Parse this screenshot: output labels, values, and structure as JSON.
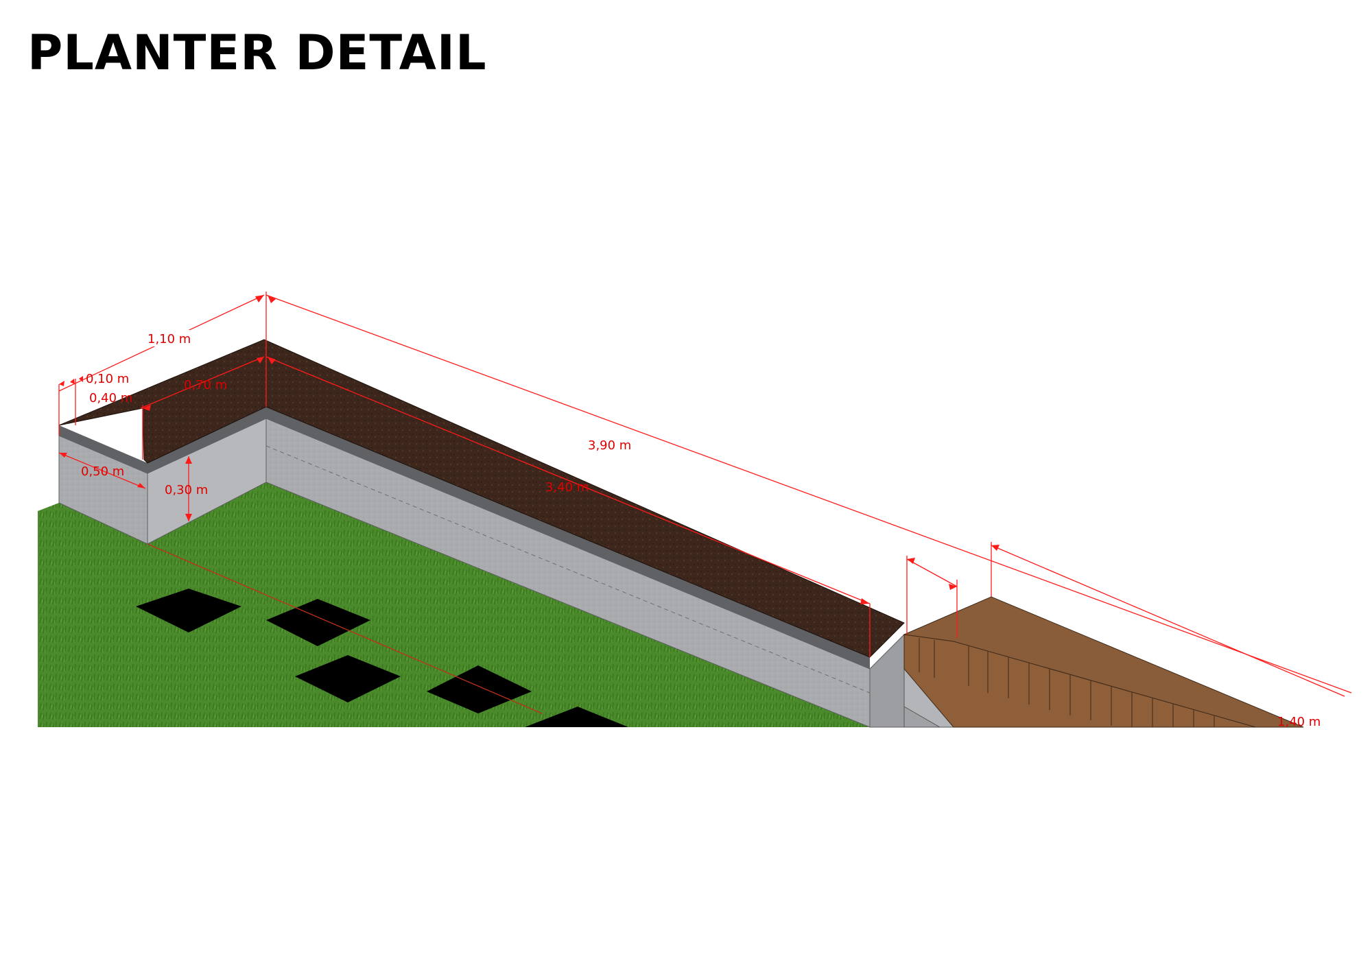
{
  "title": "PLANTER DETAIL",
  "colors": {
    "dimension": "#ff1a1a",
    "soil": "#3d271c",
    "concrete": "#a9abae",
    "grass": "#4a8a2a",
    "wood": "#8a5d3a",
    "paver": "#000000"
  },
  "dimensions": {
    "d_1_10": "1,10 m",
    "d_0_10": "0,10 m",
    "d_0_40": "0,40 m",
    "d_0_70": "0,70 m",
    "d_0_50": "0,50 m",
    "d_0_30": "0,30 m",
    "d_3_90": "3,90 m",
    "d_3_40": "3,40 m",
    "d_1_40": "1,40 m"
  }
}
